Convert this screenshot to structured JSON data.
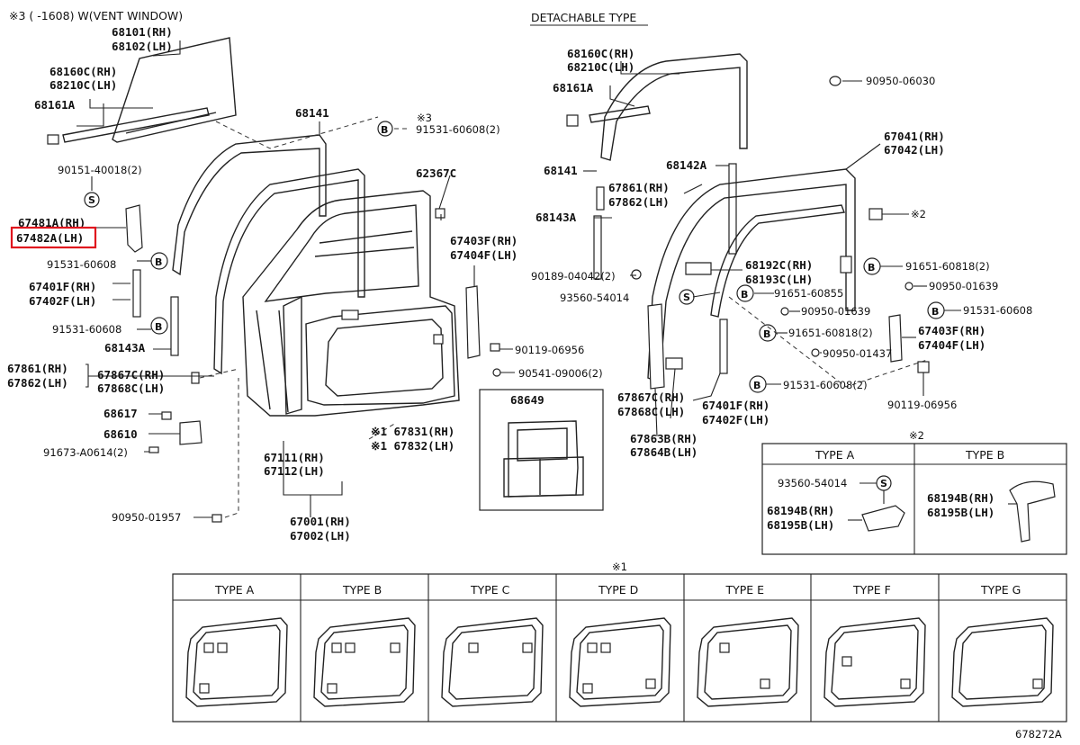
{
  "header": {
    "vent_note": "※3 (      -1608) W(VENT WINDOW)",
    "detachable_title": "DETACHABLE TYPE",
    "catalog_number": "678272A"
  },
  "labels": {
    "l68101": "68101(RH)",
    "l68102": "68102(LH)",
    "l68160C_left": "68160C(RH)",
    "l68210C_left": "68210C(LH)",
    "l68161A_left": "68161A",
    "l68141_left": "68141",
    "note3_small": "※3",
    "l91531_60608_2": "91531-60608(2)",
    "l90151": "90151-40018(2)",
    "l62367C": "62367C",
    "l67481A": "67481A(RH)",
    "l67482A": "67482A(LH)",
    "l91531_60608_a": "91531-60608",
    "l67401F_left": "67401F(RH)",
    "l67402F_left": "67402F(LH)",
    "l91531_60608_b": "91531-60608",
    "l68143A_left": "68143A",
    "l67403F_mid": "67403F(RH)",
    "l67404F_mid": "67404F(LH)",
    "l67861_left": "67861(RH)",
    "l67862_left": "67862(LH)",
    "l67867C_left": "67867C(RH)",
    "l67868C_left": "67868C(LH)",
    "l90119_mid": "90119-06956",
    "l90541": "90541-09006(2)",
    "l68617": "68617",
    "l68610": "68610",
    "l91673": "91673-A0614(2)",
    "l67831": "※1 67831(RH)",
    "l67832": "※1 67832(LH)",
    "l68649": "68649",
    "l67111": "67111(RH)",
    "l67112": "67112(LH)",
    "l90950_01957": "90950-01957",
    "l67001": "67001(RH)",
    "l67002": "67002(LH)",
    "l68160C_right": "68160C(RH)",
    "l68210C_right": "68210C(LH)",
    "l68161A_right": "68161A",
    "l90950_06030": "90950-06030",
    "l68141_right": "68141",
    "l68142A": "68142A",
    "l67041": "67041(RH)",
    "l67042": "67042(LH)",
    "l67861_right": "67861(RH)",
    "l67862_right": "67862(LH)",
    "l68143A_right": "68143A",
    "note2_a": "※2",
    "l90189": "90189-04042(2)",
    "l68192C": "68192C(RH)",
    "l68193C": "68193C(LH)",
    "l91651_60818_2": "91651-60818(2)",
    "l93560": "93560-54014",
    "l91651_60855": "91651-60855",
    "l90950_01639_a": "90950-01639",
    "l90950_01639_b": "90950-01639",
    "l91531_60608_r": "91531-60608",
    "l91651_60818_r2": "91651-60818(2)",
    "l67403F_right": "67403F(RH)",
    "l67404F_right": "67404F(LH)",
    "l90950_01437": "90950-01437",
    "l91531_60608_r2": "91531-60608(2)",
    "l67867C_right": "67867C(RH)",
    "l67868C_right": "67868C(LH)",
    "l67401F_right": "67401F(RH)",
    "l67402F_right": "67402F(LH)",
    "l90119_right": "90119-06956",
    "l67863B": "67863B(RH)",
    "l67864B": "67864B(LH)"
  },
  "type_box_small": {
    "note": "※2",
    "col_a": "TYPE A",
    "col_b": "TYPE B",
    "a_part": "93560-54014",
    "a_rh": "68194B(RH)",
    "a_lh": "68195B(LH)",
    "b_rh": "68194B(RH)",
    "b_lh": "68195B(LH)"
  },
  "type_box_large": {
    "note": "※1",
    "types": [
      "TYPE A",
      "TYPE B",
      "TYPE C",
      "TYPE D",
      "TYPE E",
      "TYPE F",
      "TYPE G"
    ]
  },
  "symbols": {
    "bolt": "B",
    "screw": "S"
  },
  "highlighted_part": "67482A(LH)",
  "colors": {
    "highlight": "#e0141e",
    "line": "#222222"
  }
}
